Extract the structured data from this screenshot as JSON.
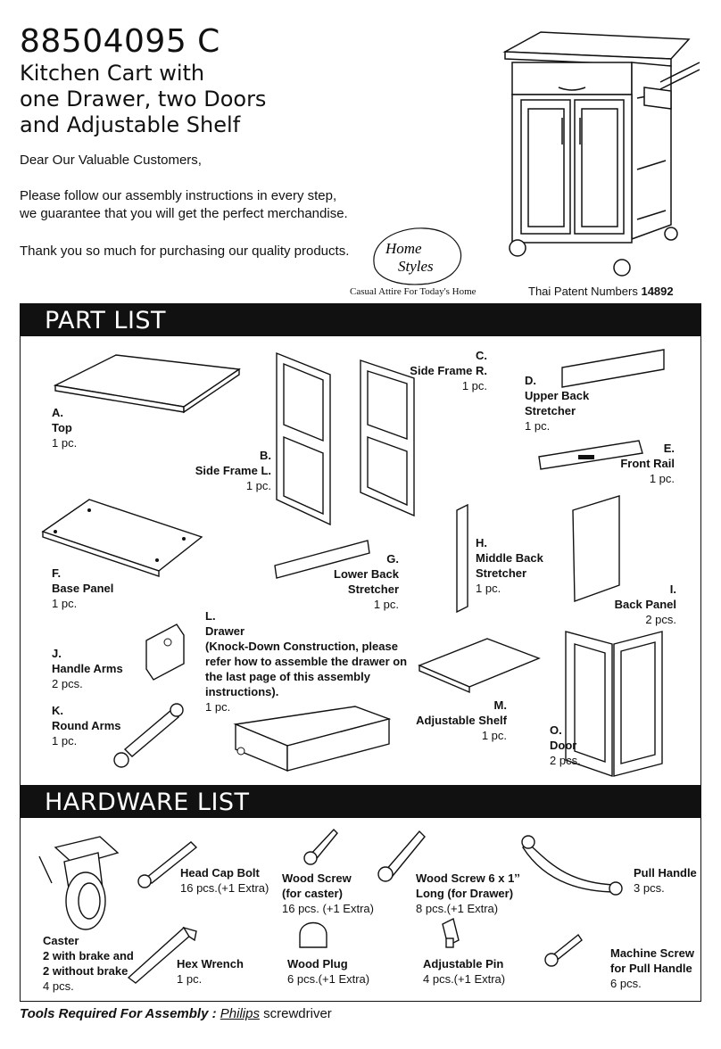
{
  "header": {
    "model": "88504095 C",
    "title_lines": [
      "Kitchen Cart with",
      "one Drawer, two Doors",
      "and Adjustable Shelf"
    ],
    "greeting": "Dear Our Valuable Customers,",
    "message_lines": [
      "Please follow our assembly instructions in every step,",
      "we guarantee that you will get the perfect merchandise."
    ],
    "thanks": "Thank you so much for purchasing our quality products.",
    "brand_logo_text": "Home Styles",
    "brand_tagline": "Casual Attire For  Today's Home",
    "patent_label": "Thai Patent Numbers",
    "patent_number": "14892"
  },
  "part_list": {
    "heading": "PART LIST",
    "items": [
      {
        "letter": "A.",
        "name": "Top",
        "qty": "1 pc."
      },
      {
        "letter": "B.",
        "name": "Side Frame L.",
        "qty": "1 pc."
      },
      {
        "letter": "C.",
        "name": "Side Frame R.",
        "qty": "1 pc."
      },
      {
        "letter": "D.",
        "name": "Upper Back Stretcher",
        "qty": "1 pc."
      },
      {
        "letter": "E.",
        "name": "Front Rail",
        "qty": "1 pc."
      },
      {
        "letter": "F.",
        "name": "Base Panel",
        "qty": "1 pc."
      },
      {
        "letter": "G.",
        "name": "Lower Back Stretcher",
        "qty": "1 pc."
      },
      {
        "letter": "H.",
        "name": "Middle Back Stretcher",
        "qty": "1 pc."
      },
      {
        "letter": "I.",
        "name": "Back Panel",
        "qty": "2 pcs."
      },
      {
        "letter": "J.",
        "name": "Handle Arms",
        "qty": "2 pcs."
      },
      {
        "letter": "K.",
        "name": "Round Arms",
        "qty": "1 pc."
      },
      {
        "letter": "L.",
        "name": "Drawer",
        "note": "(Knock-Down Construction, please refer how to assemble the drawer on the last page of this assembly instructions).",
        "qty": "1 pc."
      },
      {
        "letter": "M.",
        "name": "Adjustable Shelf",
        "qty": "1 pc."
      },
      {
        "letter": "O.",
        "name": "Door",
        "qty": "2 pcs."
      }
    ]
  },
  "hardware_list": {
    "heading": "HARDWARE LIST",
    "items": [
      {
        "name": "Caster",
        "detail1": "2 with brake and",
        "detail2": "2 without brake",
        "qty": "4 pcs."
      },
      {
        "name": "Head Cap Bolt",
        "qty": "16 pcs.(+1 Extra)"
      },
      {
        "name": "Wood Screw",
        "name2": "(for caster)",
        "qty": "16 pcs. (+1 Extra)"
      },
      {
        "name": "Wood Screw 6 x 1ˮ",
        "name2": "Long (for Drawer)",
        "qty": "8 pcs.(+1 Extra)"
      },
      {
        "name": "Pull Handle",
        "qty": "3 pcs."
      },
      {
        "name": "Hex Wrench",
        "qty": "1 pc."
      },
      {
        "name": "Wood Plug",
        "qty": "6 pcs.(+1 Extra)"
      },
      {
        "name": "Adjustable Pin",
        "qty": "4  pcs.(+1 Extra)"
      },
      {
        "name": "Machine Screw",
        "name2": "for Pull Handle",
        "qty": "6   pcs."
      }
    ]
  },
  "tools": {
    "label": "Tools Required  For  Assembly :",
    "tool": "Philips",
    "tool_rest": " screwdriver"
  }
}
